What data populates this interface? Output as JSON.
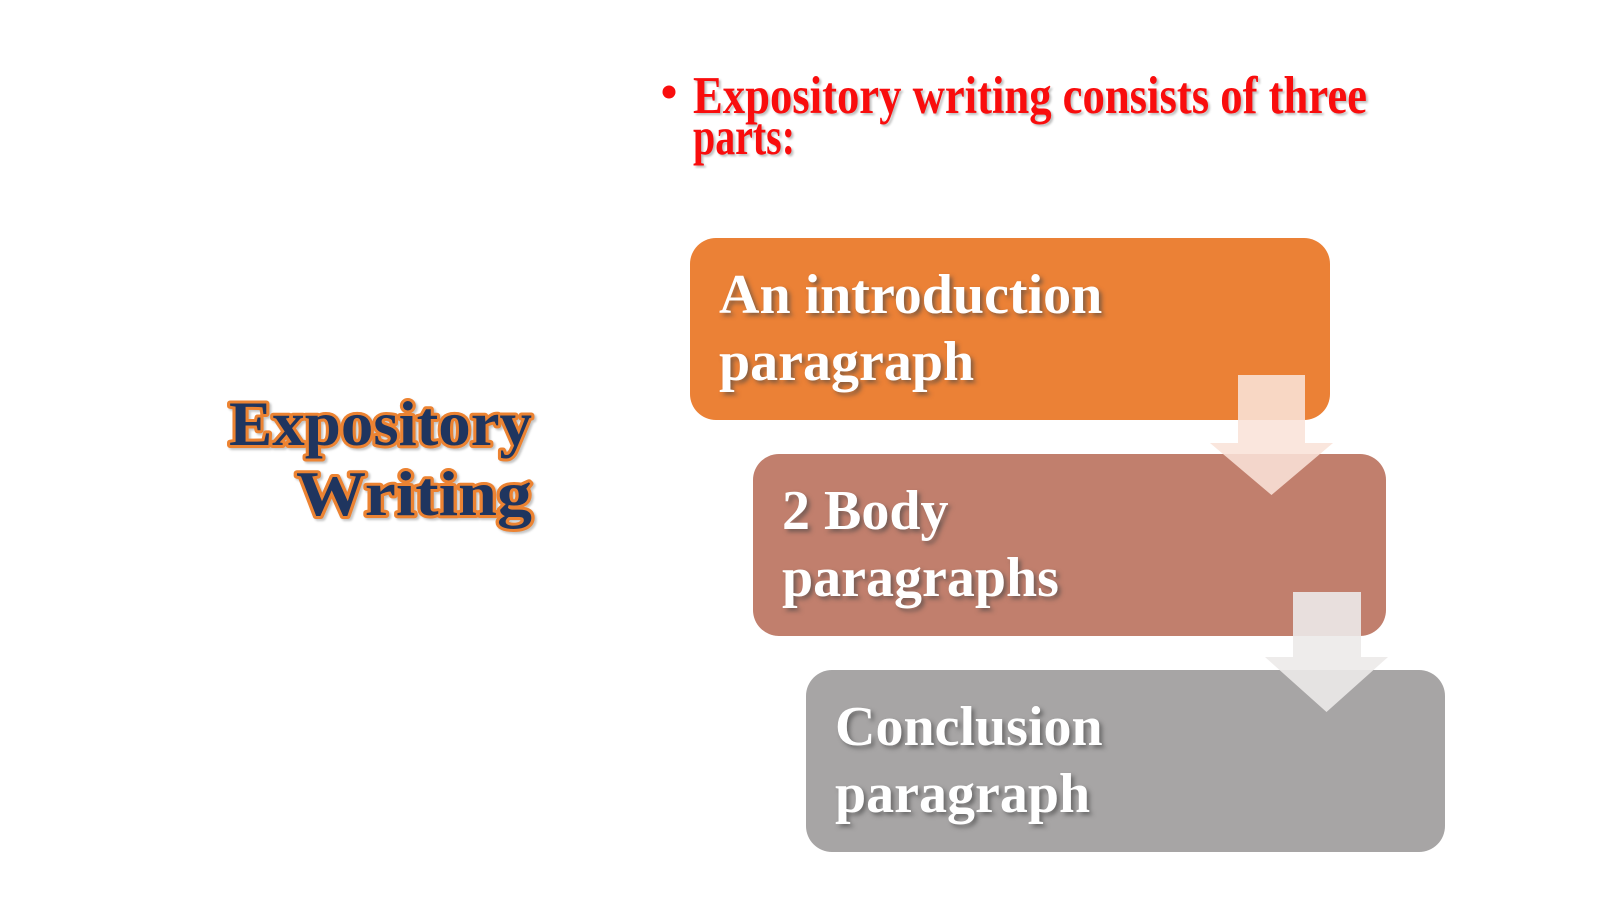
{
  "colors": {
    "background": "#FFFFFF",
    "heading_red": "#F90D0D",
    "title_fill": "#1F355F",
    "title_outline": "#EC8332",
    "step_text": "#FFFFFF"
  },
  "heading": {
    "bullet": "•",
    "lines": [
      "Expository writing consists of three",
      "parts:"
    ],
    "color": "#F90D0D"
  },
  "title": {
    "lines": [
      "Expository",
      "Writing"
    ],
    "fill_color": "#1F355F",
    "outline_color": "#EC8332"
  },
  "process": {
    "steps": [
      {
        "label_lines": [
          "An introduction",
          "paragraph"
        ],
        "color": "#EB8136"
      },
      {
        "label_lines": [
          "2 Body",
          "paragraphs"
        ],
        "color": "#C17F6D"
      },
      {
        "label_lines": [
          "Conclusion",
          "paragraph"
        ],
        "color": "#A7A5A5"
      }
    ],
    "arrows": [
      {
        "name": "down-arrow-1",
        "color": "rgba(249,226,216,0.88)"
      },
      {
        "name": "down-arrow-2",
        "color": "rgba(236,234,233,0.9)"
      }
    ]
  }
}
